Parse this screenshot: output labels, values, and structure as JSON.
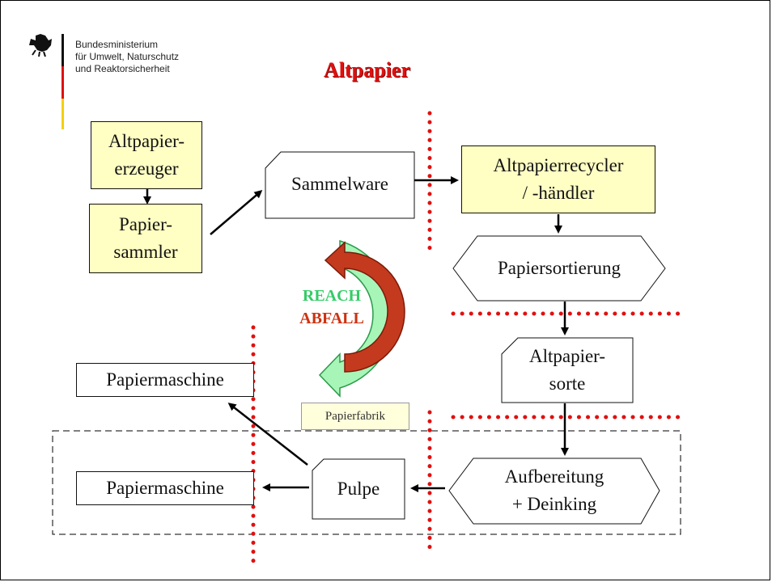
{
  "header": {
    "ministry_line1": "Bundesministerium",
    "ministry_line2": "für Umwelt, Naturschutz",
    "ministry_line3": "und Reaktorsicherheit",
    "title": "Altpapier"
  },
  "nodes": {
    "altpapiererzeuger": "Altpapier-\nerzeuger",
    "papiersammler": "Papier-\nsammler",
    "sammelware": "Sammelware",
    "altpapierrecycler": "Altpapierrecycler\n/ -händler",
    "papiersortierung": "Papiersortierung",
    "altpapiersorte": "Altpapier-\nsorte",
    "aufbereitung": "Aufbereitung\n+ Deinking",
    "pulpe": "Pulpe",
    "papiermaschine_top": "Papiermaschine",
    "papiermaschine_bottom": "Papiermaschine",
    "papierfabrik": "Papierfabrik"
  },
  "cycle": {
    "reach": "REACH",
    "abfall": "ABFALL"
  },
  "colors": {
    "title": "#e01010",
    "node_fill": "#ffffc4",
    "boundary_dots": "#e01010",
    "reach_text": "#33cc66",
    "abfall_text": "#cc3311",
    "green_arrow": "#a8f5b8",
    "red_arrow": "#c43a1e"
  }
}
